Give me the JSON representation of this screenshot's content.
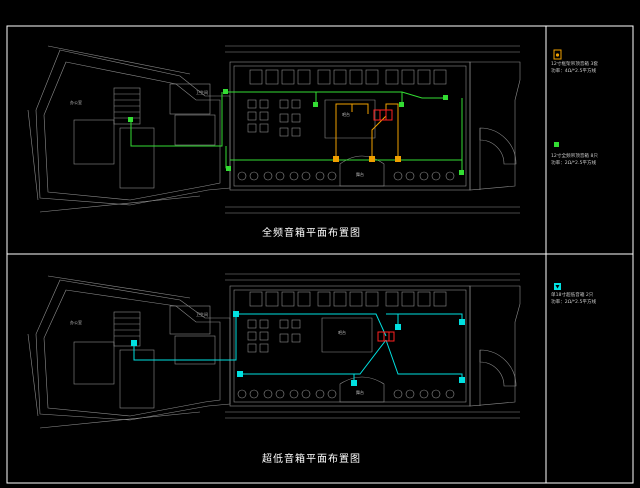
{
  "top_title": "全频音箱平面布置图",
  "bottom_title": "超低音箱平面布置图",
  "legend": {
    "item1_line1": "12寸框架吊顶音箱  3套",
    "item1_line2": "功率：4Ω/*2.5平方线",
    "item2_line1": "12寸全频吊顶音箱  8只",
    "item2_line2": "功率：2Ω/*2.5平方线",
    "item3_line1": "单18寸超低音箱  2只",
    "item3_line2": "功率：2Ω/*2.5平方线"
  },
  "room_labels": {
    "top_stage": "舞台",
    "bottom_stage": "舞台",
    "top_bar": "吧台",
    "bottom_bar": "吧台",
    "top_office": "办公室",
    "bottom_office": "办公室",
    "top_wc": "卫生间",
    "bottom_wc": "卫生间"
  },
  "colors": {
    "outline": "#ffffff",
    "plan": "#9a9a9a",
    "green": "#33dd33",
    "orange": "#f0a000",
    "red": "#ff2020",
    "cyan": "#00e0e0",
    "legend_orange": "#f0a000"
  }
}
